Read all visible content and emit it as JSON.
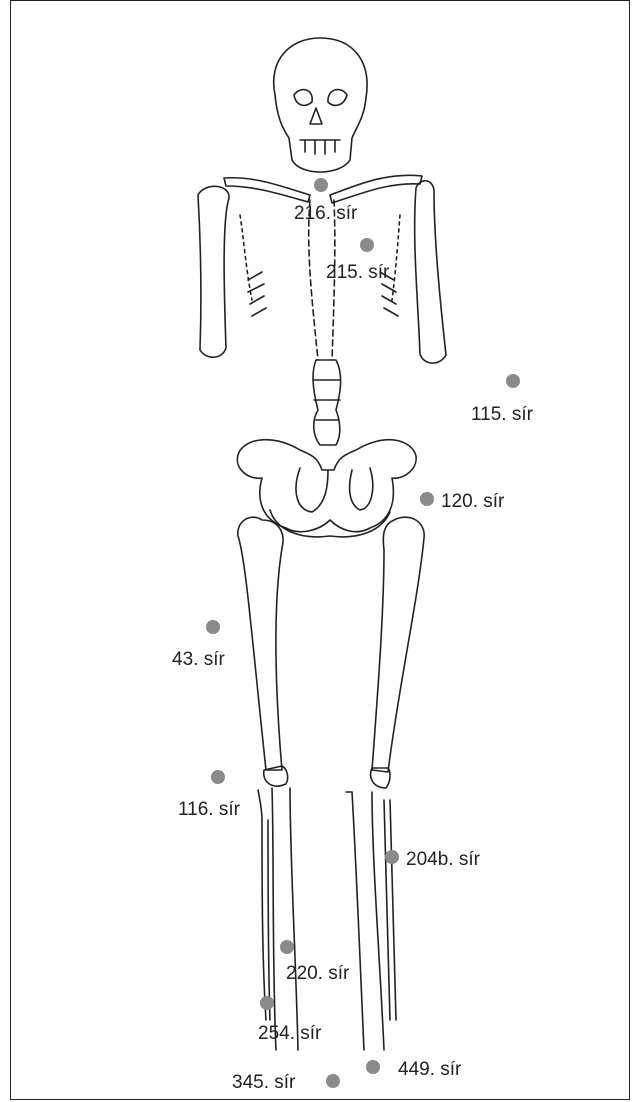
{
  "colors": {
    "marker": "#8a8a8a",
    "bone_stroke": "#222222",
    "text": "#222222"
  },
  "markers": [
    {
      "id": "216",
      "label": "216. sír"
    },
    {
      "id": "215",
      "label": "215. sír"
    },
    {
      "id": "115",
      "label": "115. sír"
    },
    {
      "id": "120",
      "label": "120. sír"
    },
    {
      "id": "43",
      "label": "43. sír"
    },
    {
      "id": "116",
      "label": "116. sír"
    },
    {
      "id": "204b",
      "label": "204b. sír"
    },
    {
      "id": "220",
      "label": "220. sír"
    },
    {
      "id": "254",
      "label": "254. sír"
    },
    {
      "id": "449",
      "label": "449. sír"
    },
    {
      "id": "345",
      "label": "345. sír"
    }
  ]
}
